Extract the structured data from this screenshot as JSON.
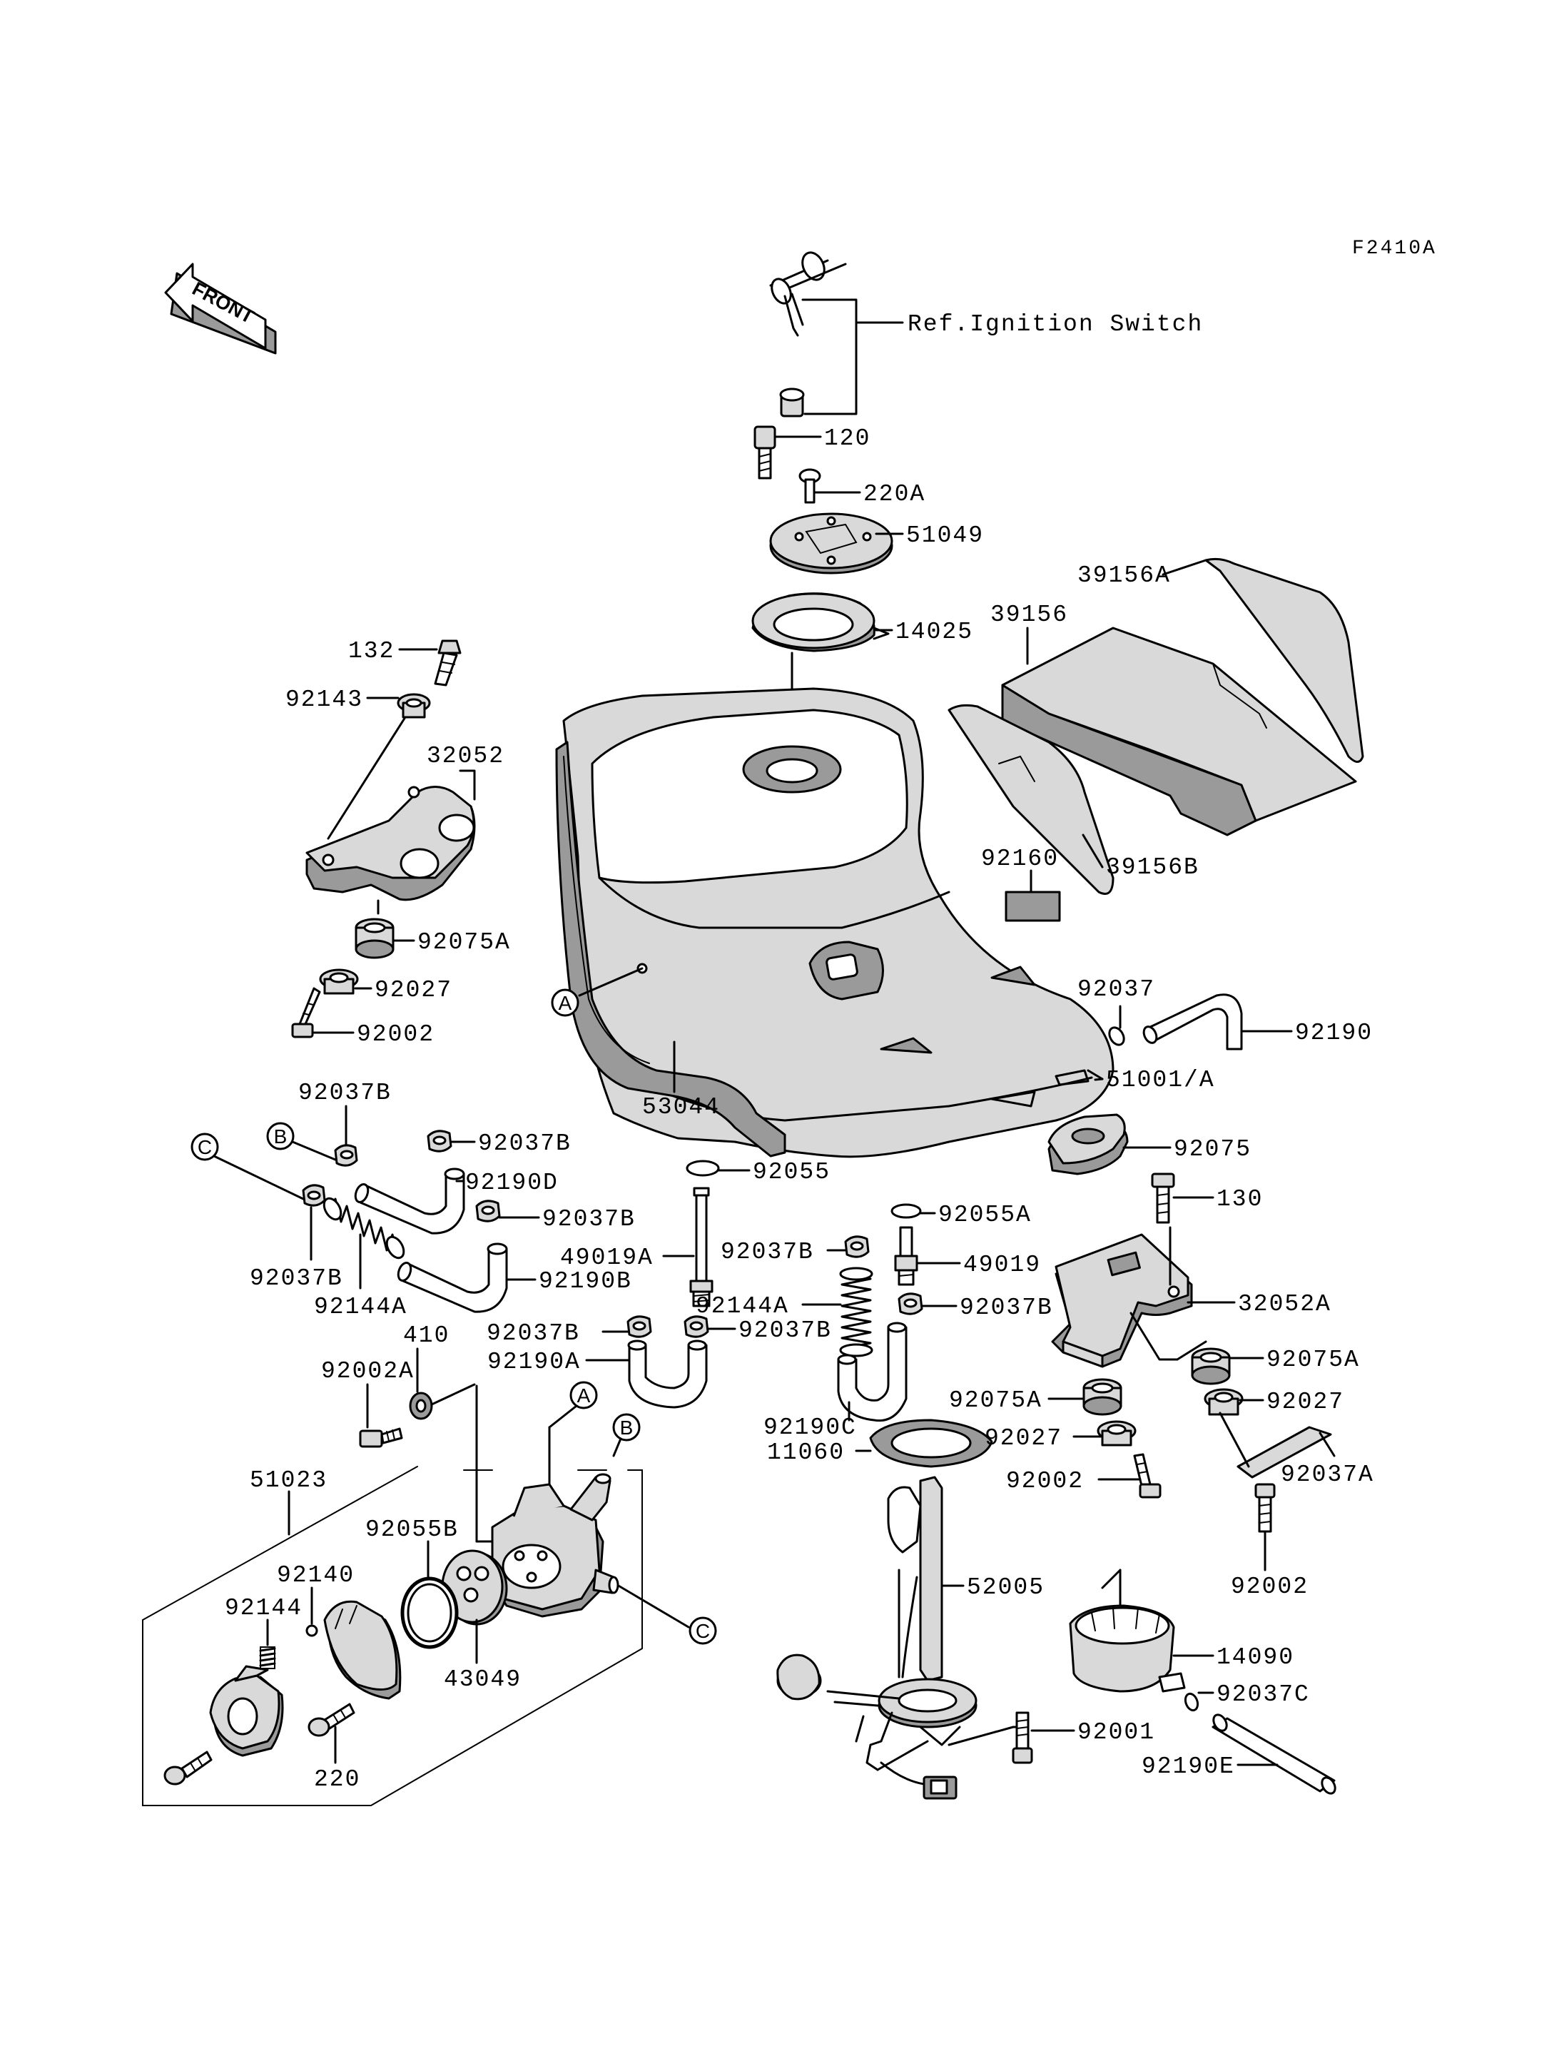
{
  "figure_code": "F2410A",
  "front_label": "FRONT",
  "ref_note": "Ref.Ignition Switch",
  "callouts": [
    "A",
    "B",
    "C"
  ],
  "labels": {
    "p120": "120",
    "p220A": "220A",
    "p51049": "51049",
    "p14025": "14025",
    "p39156A": "39156A",
    "p39156": "39156",
    "p132": "132",
    "p92143": "92143",
    "p32052": "32052",
    "p92075A_1": "92075A",
    "p92027_1": "92027",
    "p92002_1": "92002",
    "p92160": "92160",
    "p39156B": "39156B",
    "p92037": "92037",
    "p92190": "92190",
    "p51001A": "51001/A",
    "p53044": "53044",
    "p92075": "92075",
    "p92037B_1": "92037B",
    "p92037B_2": "92037B",
    "p92190D": "92190D",
    "p92037B_3": "92037B",
    "p92037B_4": "92037B",
    "p92144A_1": "92144A",
    "p92190B": "92190B",
    "p92055": "92055",
    "p49019A": "49019A",
    "p92055A": "92055A",
    "p49019": "49019",
    "p92037B_5": "92037B",
    "p92144A_2": "92144A",
    "p92037B_6": "92037B",
    "p92037B_7": "92037B",
    "p92037B_8": "92037B",
    "p130": "130",
    "p32052A": "32052A",
    "p410": "410",
    "p92002A": "92002A",
    "p92190A": "92190A",
    "p92190C": "92190C",
    "p11060": "11060",
    "p92075A_2": "92075A",
    "p92075A_3": "92075A",
    "p92027_2": "92027",
    "p92027_3": "92027",
    "p92002_2": "92002",
    "p92037A": "92037A",
    "p51023": "51023",
    "p92055B": "92055B",
    "p92140": "92140",
    "p92144": "92144",
    "p43049": "43049",
    "p220": "220",
    "p52005": "52005",
    "p92002_3": "92002",
    "p14090": "14090",
    "p92037C": "92037C",
    "p92001": "92001",
    "p92190E": "92190E"
  }
}
